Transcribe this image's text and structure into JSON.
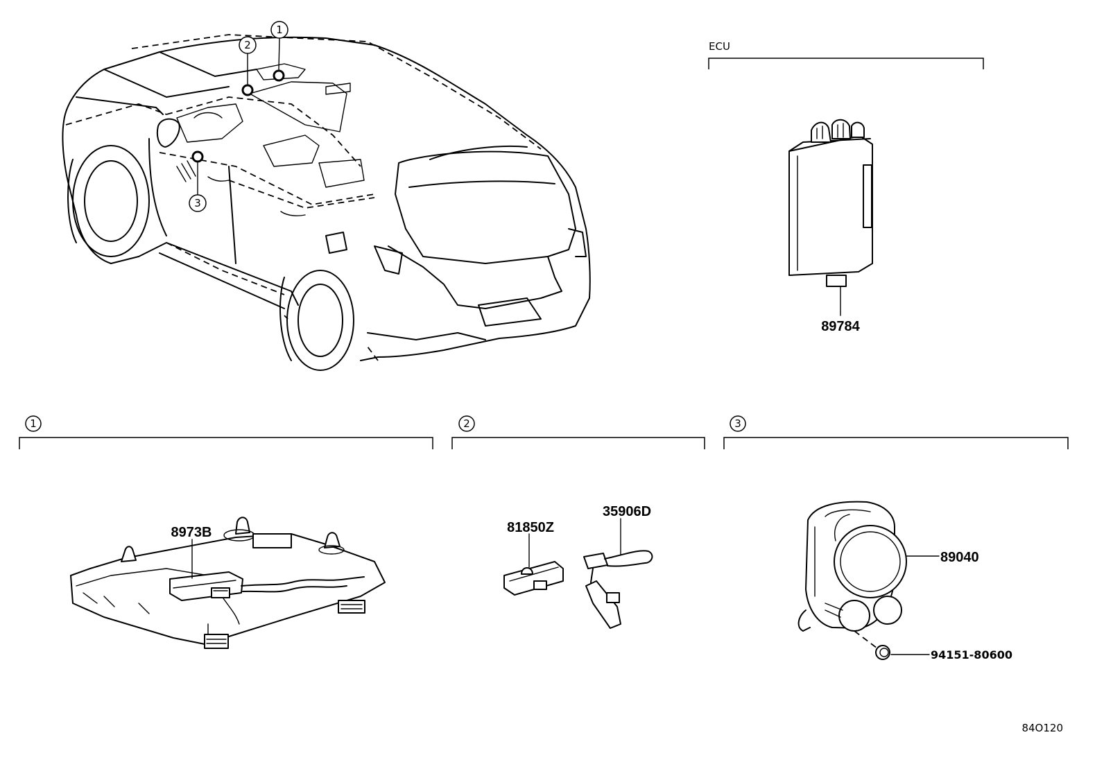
{
  "diagram": {
    "diagram_code": "84O120",
    "ecu_section": {
      "title": "ECU",
      "part": "89784"
    },
    "callouts": [
      "1",
      "2",
      "3"
    ],
    "section1": {
      "number": "1",
      "parts": [
        "8973B"
      ]
    },
    "section2": {
      "number": "2",
      "parts": [
        "81850Z",
        "35906D"
      ]
    },
    "section3": {
      "number": "3",
      "parts": [
        "89040",
        "94151-80600"
      ]
    }
  }
}
